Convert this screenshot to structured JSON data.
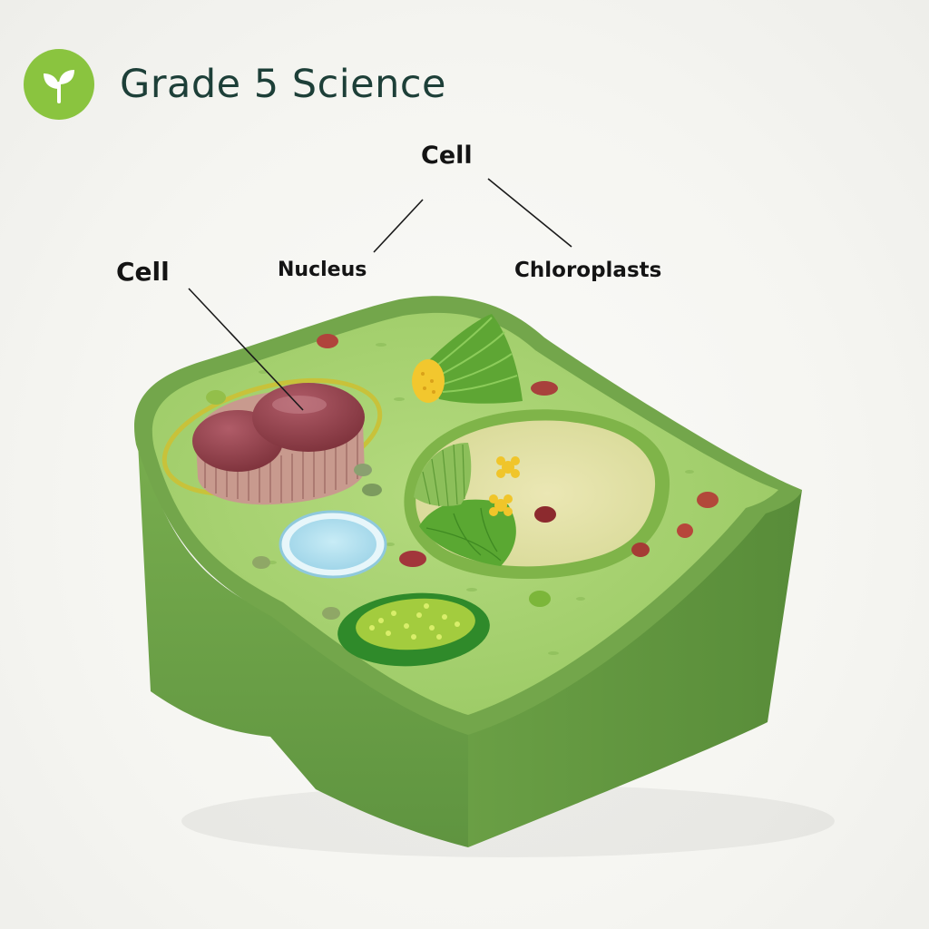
{
  "header": {
    "title": "Grade 5 Science",
    "logo_icon": "sprout-icon",
    "logo_color": "#8ac43f",
    "title_color": "#1d3f38"
  },
  "labels": {
    "cell_top": "Cell",
    "cell_left": "Cell",
    "nucleus": "Nucleus",
    "chloroplasts": "Chloroplasts"
  },
  "colors": {
    "cell_wall": "#6fa34a",
    "cytoplasm": "#a6d170",
    "nucleus": "#8a3a44",
    "vacuole": "#e3e1a8",
    "chloroplast": "#4c9a2a"
  }
}
